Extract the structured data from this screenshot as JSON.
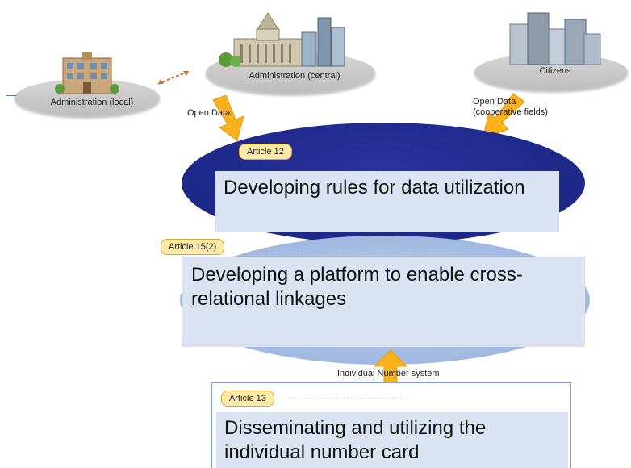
{
  "stakeholders": {
    "local": "Administration (local)",
    "central": "Administration (central)",
    "citizens": "Citizens"
  },
  "flows": {
    "open_data_left": "Open Data",
    "open_data_right_line1": "Open Data",
    "open_data_right_line2": "(cooperative fields)",
    "individual_number_system": "Individual Number system"
  },
  "layers": [
    {
      "badge": "Article 12",
      "text": "Developing rules for data utilization",
      "color": "#1e2887"
    },
    {
      "badge": "Article 15(2)",
      "text": "Developing a platform to enable cross-relational linkages",
      "color": "#a9bfe4"
    },
    {
      "badge": "Article 13",
      "text": "Disseminating and utilizing the individual number card",
      "color": "#ffffff"
    }
  ],
  "colors": {
    "arrow": "#f9b21c",
    "badge_fill": "#fde9a8",
    "textbox_fill": "#dbe3f3"
  }
}
